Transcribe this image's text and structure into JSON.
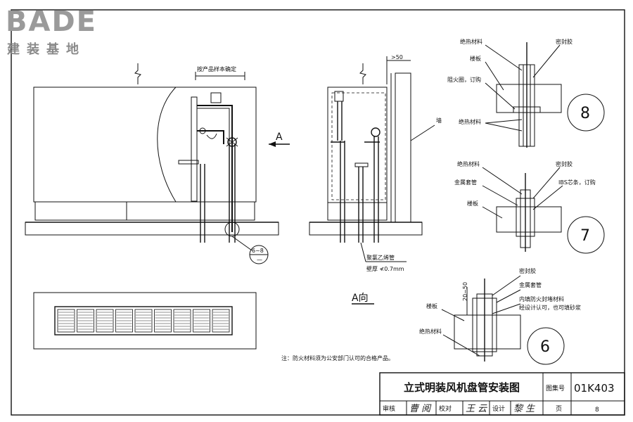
{
  "logo": {
    "brand": "BADE",
    "subtitle": "建装基地"
  },
  "front_view": {
    "dimension_label": "按产品样本确定",
    "view_arrow_label": "A",
    "detail_ref": "6~8",
    "detail_ref_sub": "—"
  },
  "side_view": {
    "dim_label": ">50",
    "wall_label": "墙",
    "pipe_label_1": "聚氯乙烯管",
    "pipe_label_2": "壁厚 ≮0.7mm",
    "view_title": "A向"
  },
  "detail_8": {
    "number": "8",
    "insulation_top": "绝热材料",
    "sealant": "密封胶",
    "floor_slab": "楼板",
    "fire_ring": "阻火圈，订购",
    "insulation_bottom": "绝热材料"
  },
  "detail_7": {
    "number": "7",
    "insulation": "绝热材料",
    "sealant": "密封胶",
    "metal_sleeve": "金属套管",
    "ibs_strip": "IBS芯条，订购",
    "floor_slab": "楼板"
  },
  "detail_6": {
    "number": "6",
    "dim": "20~50",
    "sealant": "密封胶",
    "metal_sleeve": "金属套管",
    "fill_note_1": "内填防火封堵材料",
    "fill_note_2": "经设计认可，也可填砂浆",
    "floor_slab": "楼板",
    "insulation": "绝热材料"
  },
  "note": "注：防火材料须为公安部门认可的合格产品。",
  "title_block": {
    "title": "立式明装风机盘管安装图",
    "atlas_label": "图集号",
    "atlas_code": "01K403",
    "review_label": "审核",
    "review_sign": "曹 阅",
    "check_label": "校对",
    "check_sign": "王 云",
    "design_label": "设计",
    "design_sign": "黎 生",
    "page_label": "页",
    "page_number": "8"
  }
}
